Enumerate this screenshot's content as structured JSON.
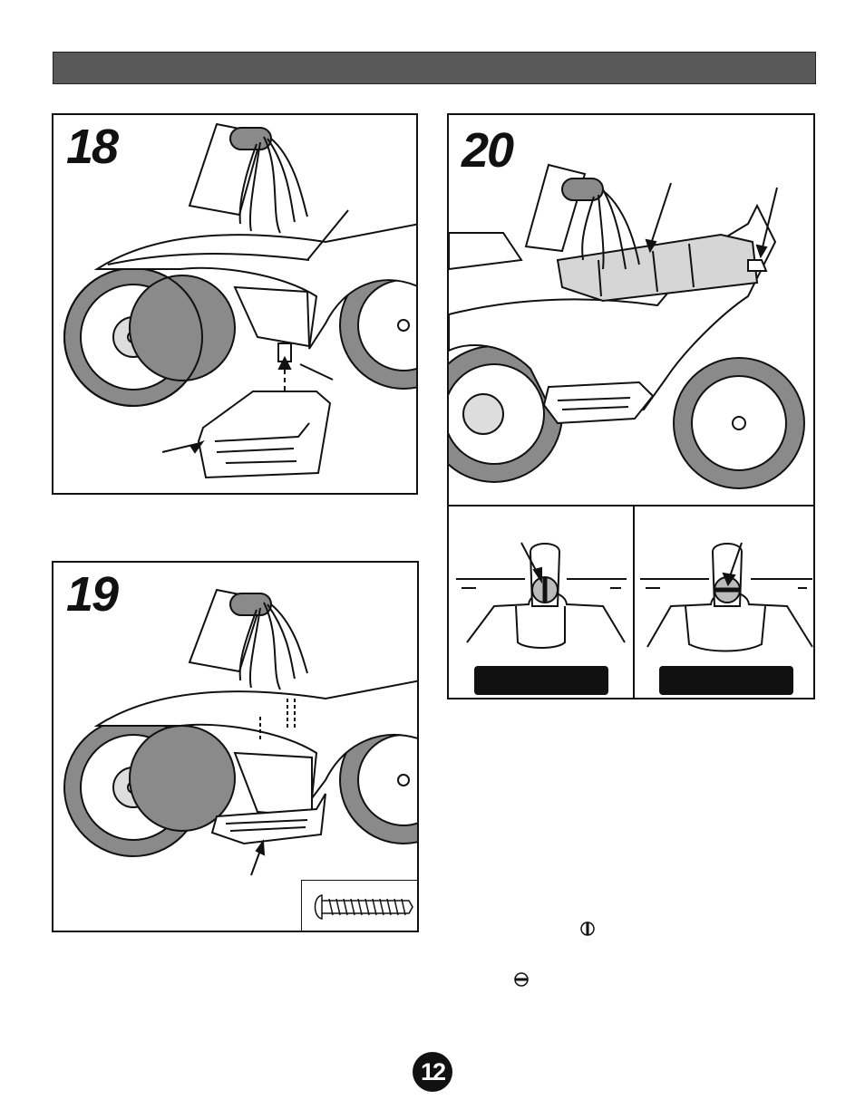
{
  "steps": [
    {
      "number": "18",
      "figure": "footrest-alignment"
    },
    {
      "number": "19",
      "figure": "footrest-screws"
    },
    {
      "number": "20",
      "figure": "seat-installation"
    }
  ],
  "icons": {
    "screw": "screw-icon",
    "latch_unlocked": "latch-vertical-icon",
    "latch_locked": "latch-horizontal-icon"
  },
  "page": {
    "number": "12"
  },
  "colors": {
    "header": "#595959",
    "ink": "#111111",
    "seat": "#d6d6d6",
    "tire": "#8a8a8a"
  }
}
